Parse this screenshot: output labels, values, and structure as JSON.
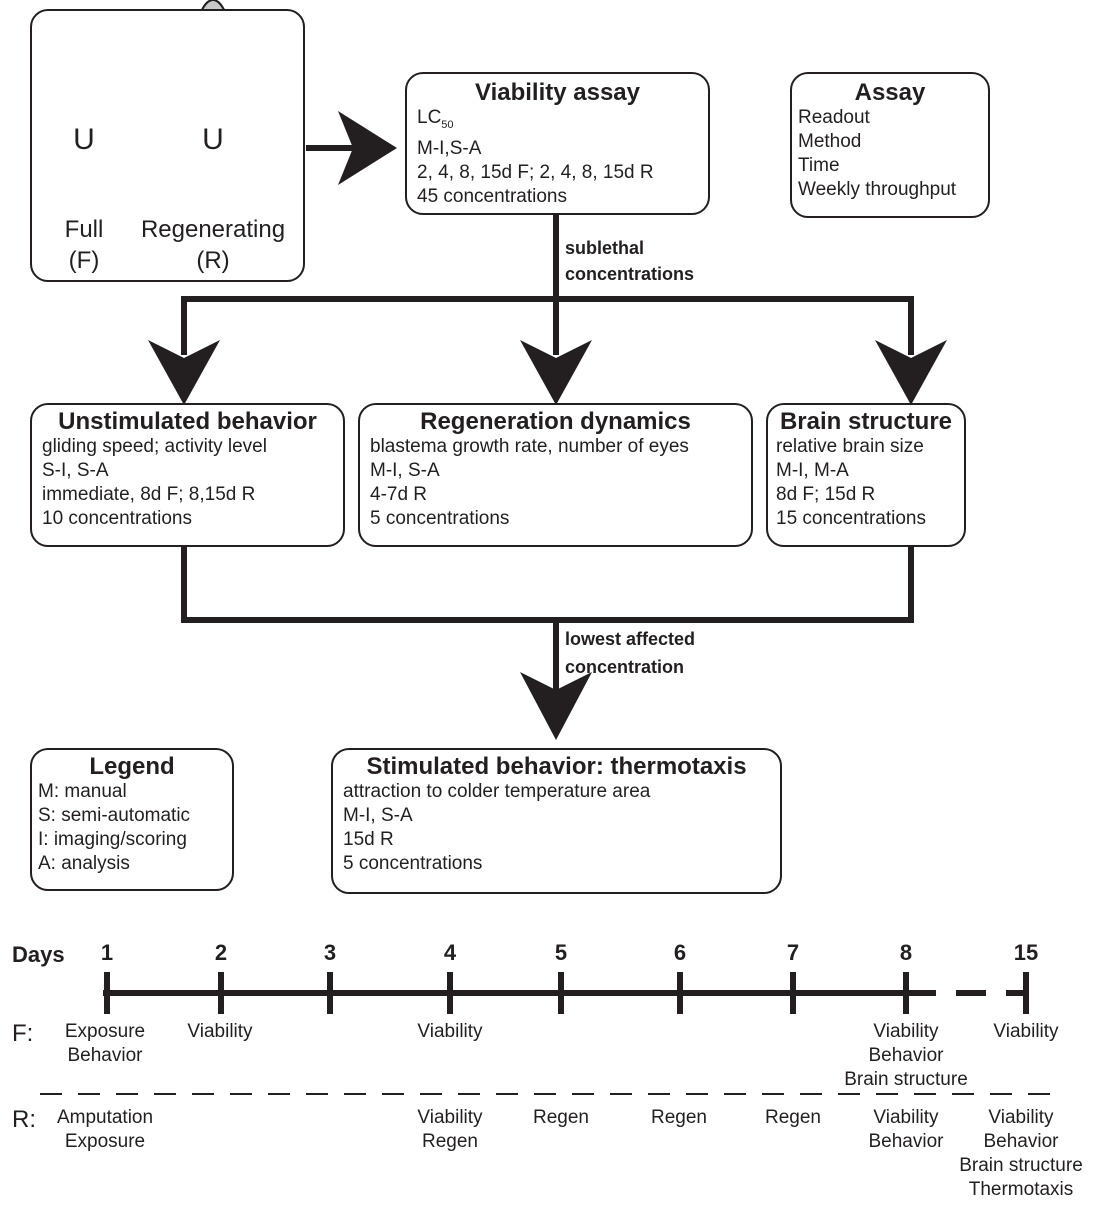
{
  "organisms": {
    "full_label": "Full",
    "full_code": "(F)",
    "regen_label": "Regenerating",
    "regen_code": "(R)",
    "body_mark": "U"
  },
  "viability": {
    "title": "Viability assay",
    "lc_main": "LC",
    "lc_sub": "50",
    "method": "M-I,S-A",
    "time": "2, 4, 8, 15d F; 2, 4, 8, 15d R",
    "throughput": "45 concentrations"
  },
  "assay_key": {
    "title": "Assay",
    "lines": [
      "Readout",
      "Method",
      "Time",
      "Weekly throughput"
    ]
  },
  "arrow_labels": {
    "sublethal": [
      "sublethal",
      "concentrations"
    ],
    "lowest": [
      "lowest affected",
      "concentration"
    ]
  },
  "unstimulated": {
    "title": "Unstimulated behavior",
    "lines": [
      "gliding speed; activity level",
      "S-I, S-A",
      "immediate, 8d F; 8,15d R",
      "10 concentrations"
    ]
  },
  "regeneration": {
    "title": "Regeneration dynamics",
    "lines": [
      "blastema growth rate, number of eyes",
      "M-I, S-A",
      "4-7d R",
      "5 concentrations"
    ]
  },
  "brain": {
    "title": "Brain structure",
    "lines": [
      "relative brain size",
      "M-I, M-A",
      "8d F; 15d R",
      "15 concentrations"
    ]
  },
  "legend": {
    "title": "Legend",
    "lines": [
      "M: manual",
      "S: semi-automatic",
      "I: imaging/scoring",
      "A: analysis"
    ]
  },
  "thermotaxis": {
    "title": "Stimulated behavior: thermotaxis",
    "lines": [
      "attraction to colder temperature area",
      "M-I, S-A",
      "15d R",
      "5 concentrations"
    ]
  },
  "timeline": {
    "days_label": "Days",
    "days": [
      "1",
      "2",
      "3",
      "4",
      "5",
      "6",
      "7",
      "8",
      "15"
    ],
    "f_label": "F:",
    "r_label": "R:",
    "f_events": {
      "d1": [
        "Exposure",
        "Behavior"
      ],
      "d2": [
        "Viability"
      ],
      "d4": [
        "Viability"
      ],
      "d8": [
        "Viability",
        "Behavior",
        "Brain structure"
      ],
      "d15": [
        "Viability"
      ]
    },
    "r_events": {
      "d1": [
        "Amputation",
        "Exposure"
      ],
      "d4": [
        "Viability",
        "Regen"
      ],
      "d5": [
        "Regen"
      ],
      "d6": [
        "Regen"
      ],
      "d7": [
        "Regen"
      ],
      "d8": [
        "Viability",
        "Behavior"
      ],
      "d15": [
        "Viability",
        "Behavior",
        "Brain structure",
        "Thermotaxis"
      ]
    }
  }
}
